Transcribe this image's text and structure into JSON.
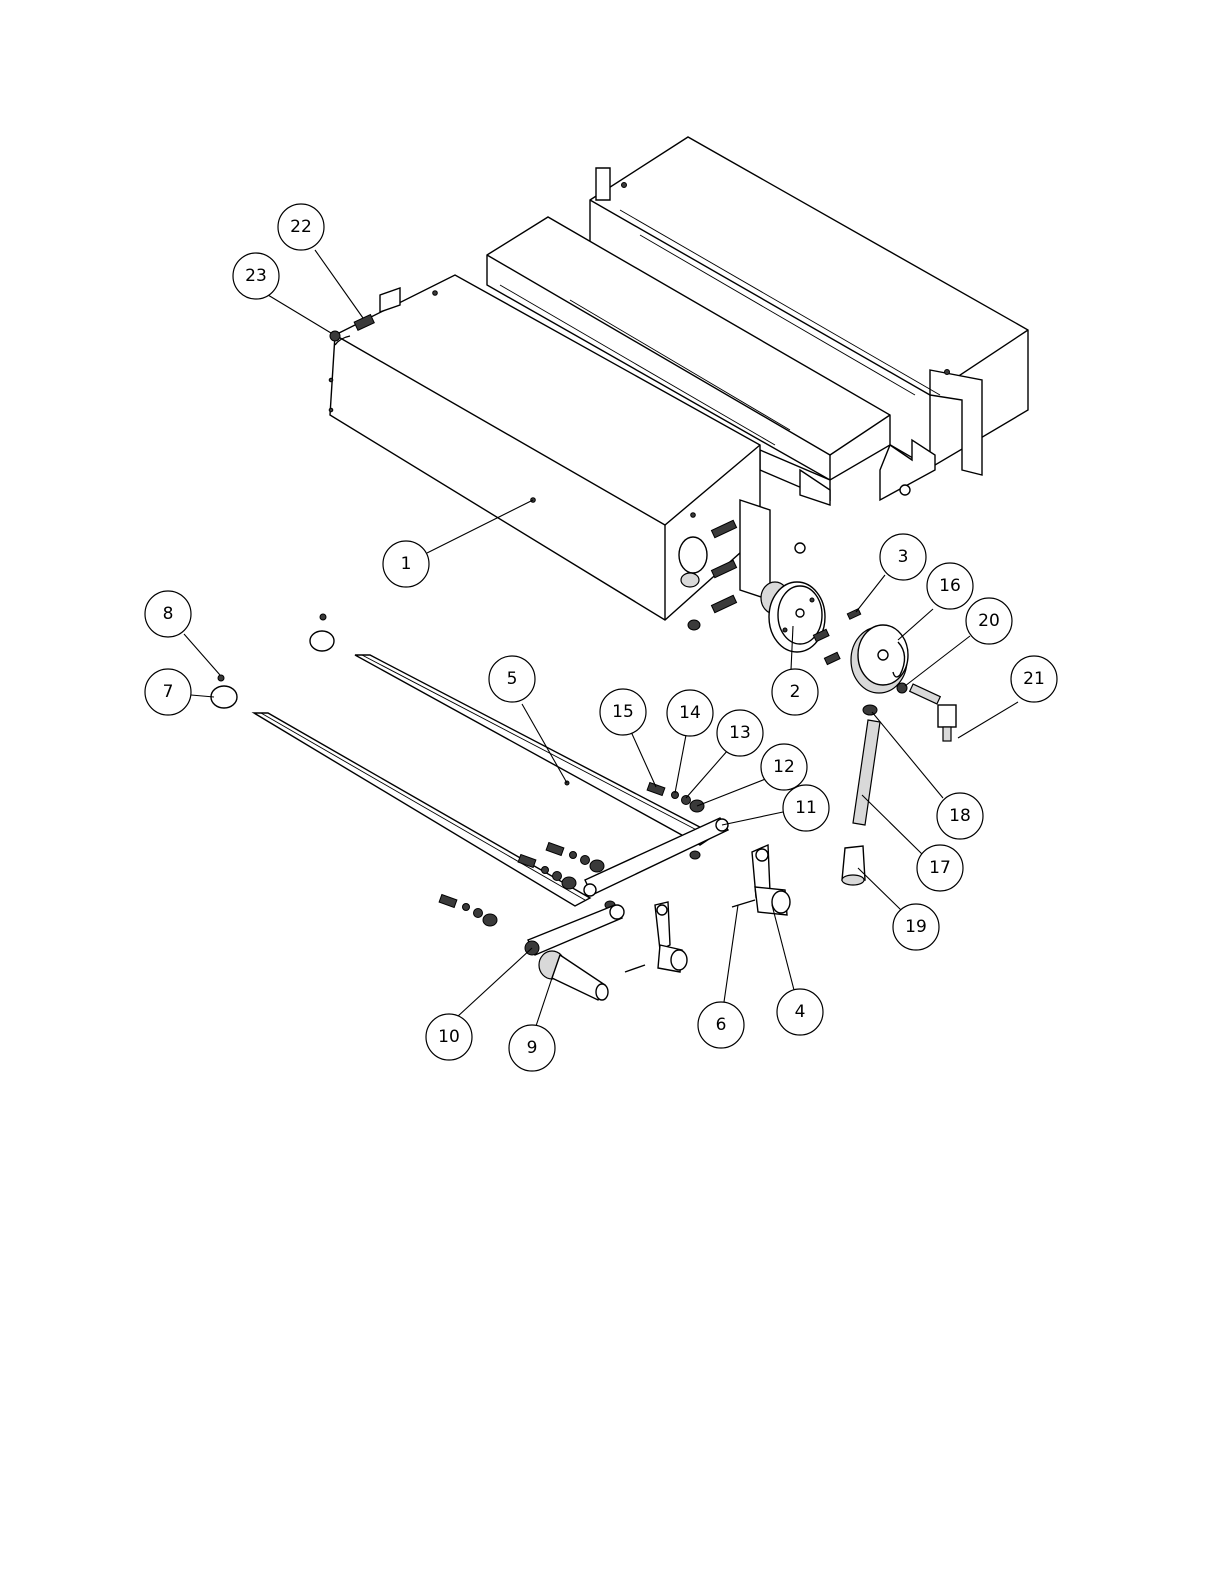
{
  "balloons": [
    {
      "id": "1",
      "label": "1"
    },
    {
      "id": "2",
      "label": "2"
    },
    {
      "id": "3",
      "label": "3"
    },
    {
      "id": "4",
      "label": "4"
    },
    {
      "id": "5",
      "label": "5"
    },
    {
      "id": "6",
      "label": "6"
    },
    {
      "id": "7",
      "label": "7"
    },
    {
      "id": "8",
      "label": "8"
    },
    {
      "id": "9",
      "label": "9"
    },
    {
      "id": "10",
      "label": "10"
    },
    {
      "id": "11",
      "label": "11"
    },
    {
      "id": "12",
      "label": "12"
    },
    {
      "id": "13",
      "label": "13"
    },
    {
      "id": "14",
      "label": "14"
    },
    {
      "id": "15",
      "label": "15"
    },
    {
      "id": "16",
      "label": "16"
    },
    {
      "id": "17",
      "label": "17"
    },
    {
      "id": "18",
      "label": "18"
    },
    {
      "id": "19",
      "label": "19"
    },
    {
      "id": "20",
      "label": "20"
    },
    {
      "id": "21",
      "label": "21"
    },
    {
      "id": "22",
      "label": "22"
    },
    {
      "id": "23",
      "label": "23"
    }
  ]
}
